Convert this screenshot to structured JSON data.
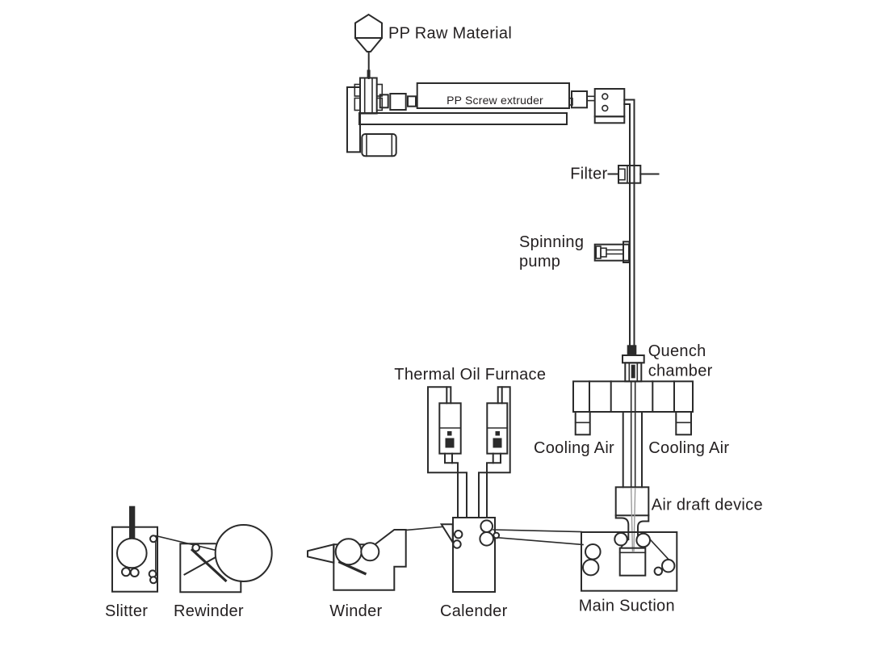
{
  "diagram": {
    "labels": {
      "pp_raw_material": "PP Raw Material",
      "pp_screw_extruder": "PP Screw extruder",
      "filter": "Filter",
      "spinning_pump_line1": "Spinning",
      "spinning_pump_line2": "pump",
      "quench_chamber_line1": "Quench",
      "quench_chamber_line2": "chamber",
      "thermal_oil_furnace": "Thermal Oil Furnace",
      "cooling_air_left": "Cooling Air",
      "cooling_air_right": "Cooling Air",
      "air_draft_device": "Air draft device",
      "main_suction": "Main Suction",
      "calender": "Calender",
      "winder": "Winder",
      "slitter": "Slitter",
      "rewinder": "Rewinder"
    },
    "colors": {
      "line": "#2b2b2b",
      "background": "#ffffff",
      "filament_gray": "#9b9b9b",
      "text": "#231f20"
    }
  }
}
